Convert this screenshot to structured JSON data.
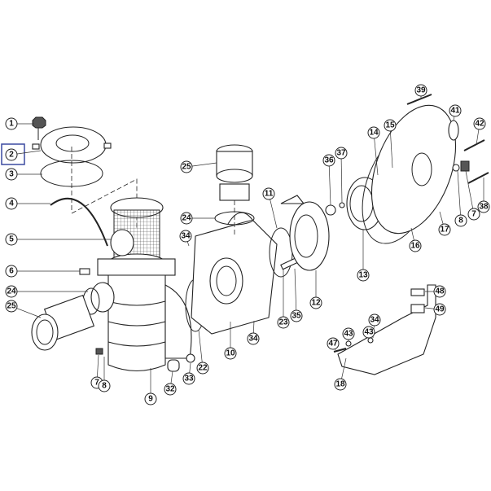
{
  "diagram": {
    "type": "exploded-parts-diagram",
    "highlighted_callout": "2",
    "highlight_color": "#3b4aa0"
  },
  "callouts": [
    "1",
    "2",
    "3",
    "4",
    "5",
    "6",
    "24",
    "25",
    "7",
    "8",
    "9",
    "32",
    "33",
    "22",
    "10",
    "34",
    "34",
    "23",
    "35",
    "12",
    "11",
    "24",
    "25",
    "36",
    "37",
    "13",
    "14",
    "15",
    "16",
    "17",
    "8",
    "7",
    "38",
    "42",
    "41",
    "39",
    "48",
    "49",
    "34",
    "43",
    "43",
    "47",
    "18"
  ]
}
